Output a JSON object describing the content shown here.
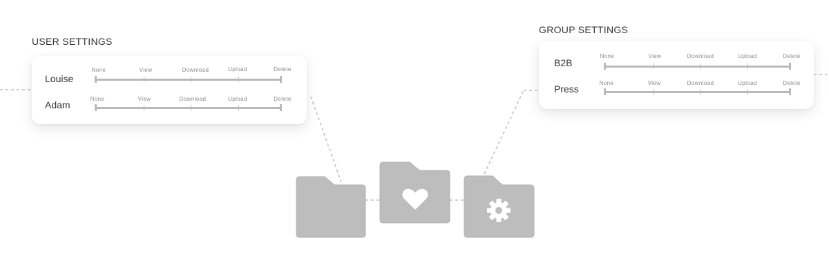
{
  "user_settings": {
    "title": "USER SETTINGS",
    "levels": [
      "None",
      "View",
      "Download",
      "Upload",
      "Delete"
    ],
    "rows": [
      {
        "name": "Louise"
      },
      {
        "name": "Adam"
      }
    ]
  },
  "group_settings": {
    "title": "GROUP SETTINGS",
    "levels": [
      "None",
      "View",
      "Download",
      "Upload",
      "Delete"
    ],
    "rows": [
      {
        "name": "B2B"
      },
      {
        "name": "Press"
      }
    ]
  },
  "folders": [
    {
      "icon": "folder-icon"
    },
    {
      "icon": "heart-folder-icon"
    },
    {
      "icon": "gear-folder-icon"
    }
  ],
  "colors": {
    "folder": "#bdbdbd",
    "track": "#b9b9b9",
    "connector": "#bdbdbd"
  }
}
